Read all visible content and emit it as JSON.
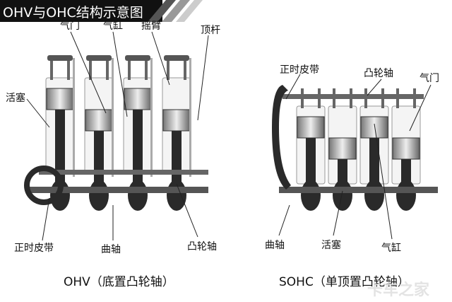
{
  "title": "OHV与OHC结构示意图",
  "ohv": {
    "caption": "OHV（底置凸轮轴）",
    "labels": {
      "valve": "气门",
      "cylinder": "气缸",
      "rocker_arm": "摇臂",
      "pushrod": "顶杆",
      "piston": "活塞",
      "timing_belt": "正时皮带",
      "crankshaft": "曲轴",
      "camshaft": "凸轮轴"
    }
  },
  "sohc": {
    "caption": "SOHC（单顶置凸轮轴）",
    "labels": {
      "timing_belt": "正时皮带",
      "camshaft": "凸轮轴",
      "valve": "气门",
      "crankshaft": "曲轴",
      "piston": "活塞",
      "cylinder": "气缸"
    }
  },
  "watermark": "卡车之家",
  "colors": {
    "title_bg": "#111111",
    "metal_dark": "#2a2a2a",
    "metal_mid": "#8a8a8a",
    "metal_light": "#d8d8d8"
  }
}
